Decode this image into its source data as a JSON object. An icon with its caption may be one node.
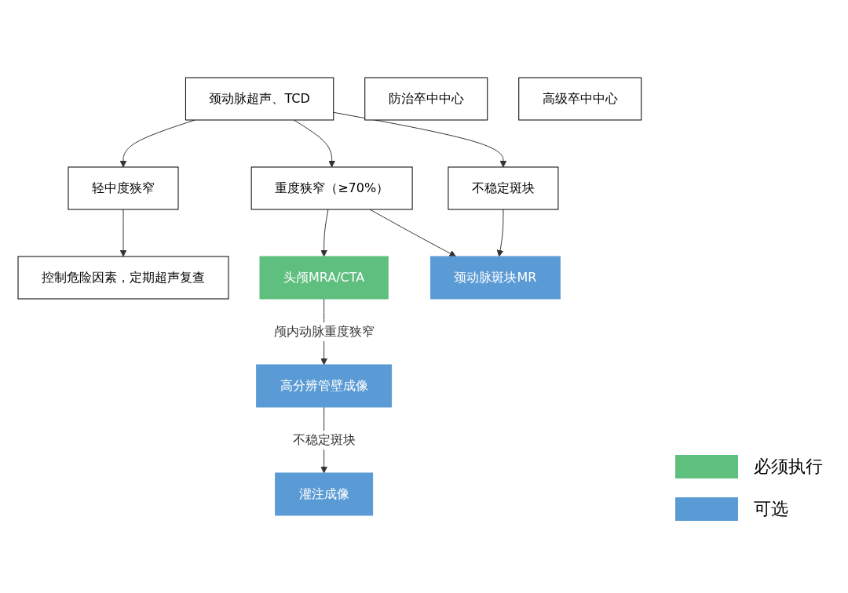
{
  "diagram": {
    "nodes": [
      {
        "text": [
          "颈动脉超声、TCD"
        ]
      },
      {
        "text": [
          "轻中度狭窄"
        ]
      },
      {
        "text": [
          "重度狭窄（≥70%）"
        ]
      },
      {
        "text": [
          "不稳定斑块"
        ]
      },
      {
        "text": [
          "控制危险因素，定期超声复查"
        ]
      },
      {
        "text": [
          "头颅MRA/CTA"
        ]
      },
      {
        "text": [
          "颈动脉斑块MR"
        ]
      },
      {
        "text": [
          "高分辨管壁成像"
        ]
      },
      {
        "text": [
          "灌注成像"
        ]
      },
      {
        "text": [
          "防治卒中中心"
        ]
      },
      {
        "text": [
          "高级卒中中心"
        ]
      }
    ],
    "edges": [
      {
        "from": 0,
        "to": 1,
        "arrow": "to"
      },
      {
        "from": 0,
        "to": 2,
        "arrow": "to"
      },
      {
        "from": 0,
        "to": 3,
        "arrow": "to"
      },
      {
        "from": 1,
        "to": 4,
        "arrow": "to"
      },
      {
        "from": 2,
        "to": 5,
        "arrow": "to"
      },
      {
        "from": 2,
        "to": 6,
        "arrow": "to"
      },
      {
        "from": 3,
        "to": 6,
        "arrow": "to"
      },
      {
        "from": 5,
        "to": 7,
        "arrow": "to",
        "label": "颅内动脉重度狭窄"
      },
      {
        "from": 7,
        "to": 8,
        "arrow": "to",
        "label": "不稳定斑块"
      }
    ],
    "legend": [
      {
        "text": "必须执行",
        "color": "#5fbf7f"
      },
      {
        "text": "可选",
        "color": "#5b9bd5"
      }
    ]
  }
}
